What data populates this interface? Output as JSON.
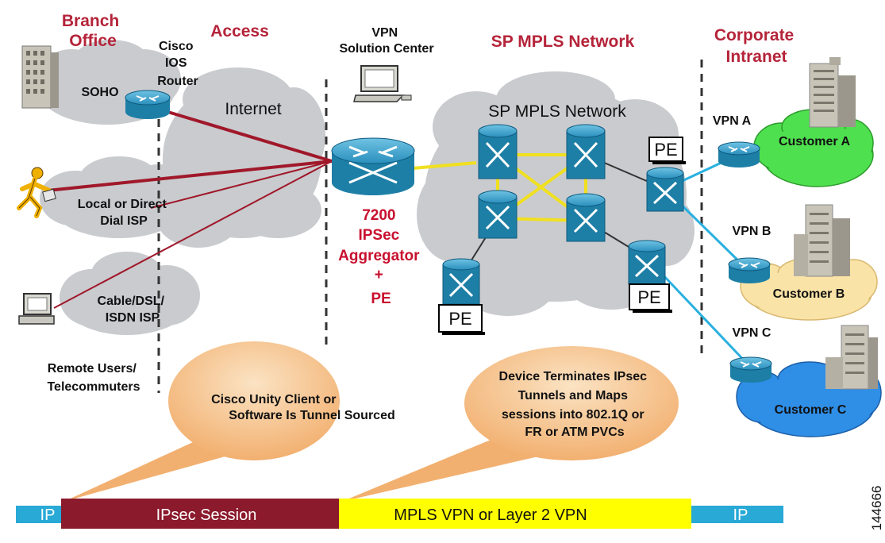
{
  "headers": {
    "branch_office": [
      "Branch",
      "Office"
    ],
    "access": "Access",
    "sp_mpls": "SP MPLS Network",
    "corporate": [
      "Corporate",
      "Intranet"
    ]
  },
  "labels": {
    "cisco_ios_router": [
      "Cisco",
      "IOS",
      "Router"
    ],
    "soho": "SOHO",
    "internet": "Internet",
    "vpn_solution_center": [
      "VPN",
      "Solution Center"
    ],
    "sp_mpls_cloud": "SP MPLS Network",
    "local_dial_isp": [
      "Local or Direct",
      "Dial ISP"
    ],
    "cable_isp": [
      "Cable/DSL/",
      "ISDN ISP"
    ],
    "remote_users": [
      "Remote Users/",
      "Telecommuters"
    ],
    "aggregator": [
      "7200",
      "IPSec",
      "Aggregator",
      "+",
      "PE"
    ],
    "pe": "PE",
    "vpn_a": "VPN A",
    "vpn_b": "VPN B",
    "vpn_c": "VPN C",
    "customer_a": "Customer A",
    "customer_b": "Customer B",
    "customer_c": "Customer C",
    "figure_id": "144666"
  },
  "callouts": {
    "left": [
      "Cisco Unity Client or",
      "Software Is Tunnel Sourced"
    ],
    "right": [
      "Device Terminates IPsec",
      "Tunnels and Maps",
      "sessions into 802.1Q or",
      "FR or ATM PVCs"
    ]
  },
  "session_bar": {
    "ip_left": "IP",
    "ipsec": "IPsec Session",
    "mpls": "MPLS  VPN or Layer 2 VPN",
    "ip_right": "IP"
  },
  "colors": {
    "header": "#b5243a",
    "aggregator_text": "#c8102e",
    "cloud": "#c9cbcf",
    "router": "#1e7fa6",
    "tunnel": "#a0182a",
    "mpls_link": "#f0e020",
    "customer_link": "#2ab0e0",
    "customer_a": "#4fe04f",
    "customer_b": "#fae3a6",
    "customer_c": "#2f8ee6",
    "callout": "#f6c58a",
    "ip_bar": "#28a9d6",
    "ipsec_bar": "#8b1a2c",
    "mpls_bar": "#ffff00"
  }
}
